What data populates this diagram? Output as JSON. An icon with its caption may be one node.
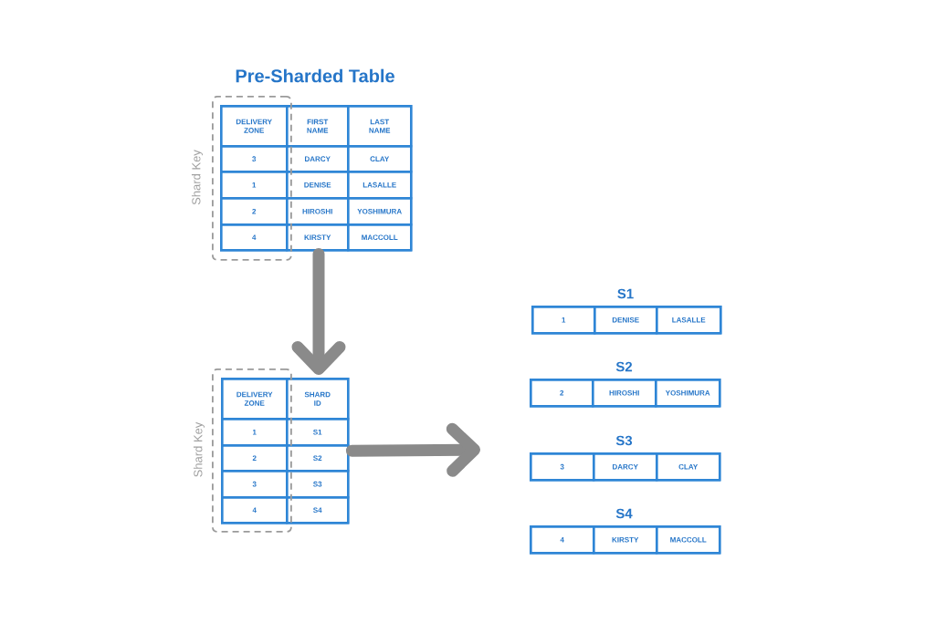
{
  "diagram": {
    "nodes": [
      {
        "text": [
          "Pre-Sharded Table"
        ]
      },
      {
        "text": [
          "Shard Key"
        ]
      },
      {
        "text": [
          "DELIVERY ZONE"
        ]
      },
      {
        "text": [
          "FIRST NAME"
        ],
        "in": 0
      },
      {
        "text": [
          "LAST NAME"
        ],
        "in": 0
      },
      {
        "text": [
          "3"
        ]
      },
      {
        "text": [
          "DARCY"
        ],
        "in": 0
      },
      {
        "text": [
          "CLAY"
        ],
        "in": 0
      },
      {
        "text": [
          "1"
        ]
      },
      {
        "text": [
          "DENISE"
        ],
        "in": 0
      },
      {
        "text": [
          "LASALLE"
        ],
        "in": 0
      },
      {
        "text": [
          "2"
        ]
      },
      {
        "text": [
          "HIROSHI"
        ],
        "in": 0
      },
      {
        "text": [
          "YOSHIMURA"
        ],
        "in": 0
      },
      {
        "text": [
          "4"
        ]
      },
      {
        "text": [
          "KIRSTY"
        ],
        "in": 0
      },
      {
        "text": [
          "MACCOLL"
        ],
        "in": 0
      },
      {
        "text": [],
        "shape": "box"
      },
      {
        "text": [
          "Shard Key"
        ]
      },
      {
        "text": [
          "DELIVERY ZONE"
        ]
      },
      {
        "text": [
          "SHARD ID"
        ],
        "in": 17
      },
      {
        "text": [
          "1"
        ]
      },
      {
        "text": [
          "S1"
        ],
        "in": 17
      },
      {
        "text": [
          "2"
        ]
      },
      {
        "text": [
          "S2"
        ],
        "in": 17
      },
      {
        "text": [
          "3"
        ]
      },
      {
        "text": [
          "S3"
        ],
        "in": 17
      },
      {
        "text": [
          "4"
        ]
      },
      {
        "text": [
          "S4"
        ],
        "in": 17
      },
      {
        "text": [
          "S1"
        ]
      },
      {
        "text": [
          "1"
        ],
        "in": 29
      },
      {
        "text": [
          "DENISE"
        ],
        "in": 29
      },
      {
        "text": [
          "LASALLE"
        ],
        "in": 29
      },
      {
        "text": [
          "S2"
        ]
      },
      {
        "text": [
          "2"
        ],
        "in": 33
      },
      {
        "text": [
          "HIROSHI"
        ],
        "in": 33
      },
      {
        "text": [
          "YOSHIMURA"
        ],
        "in": 33
      },
      {
        "text": [
          "S3"
        ]
      },
      {
        "text": [
          "3"
        ],
        "in": 37
      },
      {
        "text": [
          "DARCY"
        ],
        "in": 37
      },
      {
        "text": [
          "CLAY"
        ],
        "in": 37
      },
      {
        "text": [
          "S4"
        ]
      },
      {
        "text": [
          "4"
        ],
        "in": 41
      },
      {
        "text": [
          "KIRSTY"
        ],
        "in": 41
      },
      {
        "text": [
          "MACCOLL"
        ],
        "in": 41
      }
    ],
    "edges": [
      {
        "from": 0,
        "to": 17,
        "arrow": "to"
      },
      {
        "from": 17,
        "to": null,
        "arrow": "to"
      }
    ]
  }
}
